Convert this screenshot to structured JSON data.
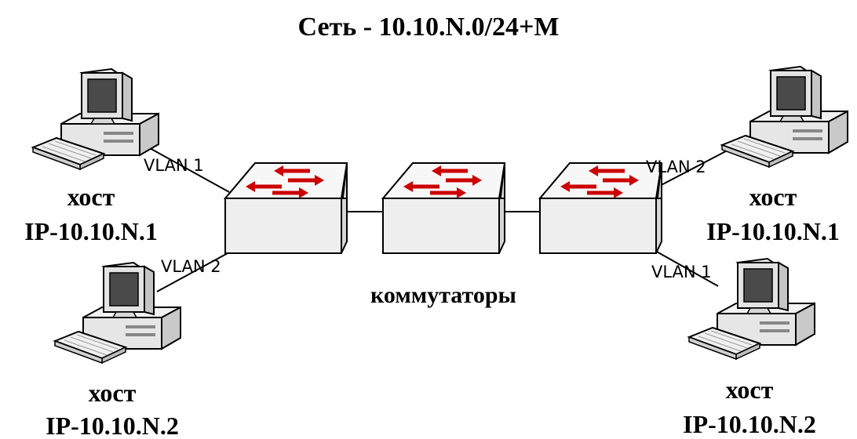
{
  "title": "Сеть - 10.10.N.0/24+M",
  "switches_label": "коммутаторы",
  "hosts": [
    {
      "name": "хост",
      "ip": "IP-10.10.N.1",
      "vlan": "VLAN 1"
    },
    {
      "name": "хост",
      "ip": "IP-10.10.N.2",
      "vlan": "VLAN 2"
    },
    {
      "name": "хост",
      "ip": "IP-10.10.N.1",
      "vlan": "VLAN 2"
    },
    {
      "name": "хост",
      "ip": "IP-10.10.N.2",
      "vlan": "VLAN 1"
    }
  ],
  "colors": {
    "arrow": "#cc0000",
    "switch_face": "#eeeeee",
    "switch_top": "#f7f7f7",
    "outline": "#000000"
  },
  "icons": [
    "desktop-computer-icon",
    "network-switch-icon"
  ]
}
